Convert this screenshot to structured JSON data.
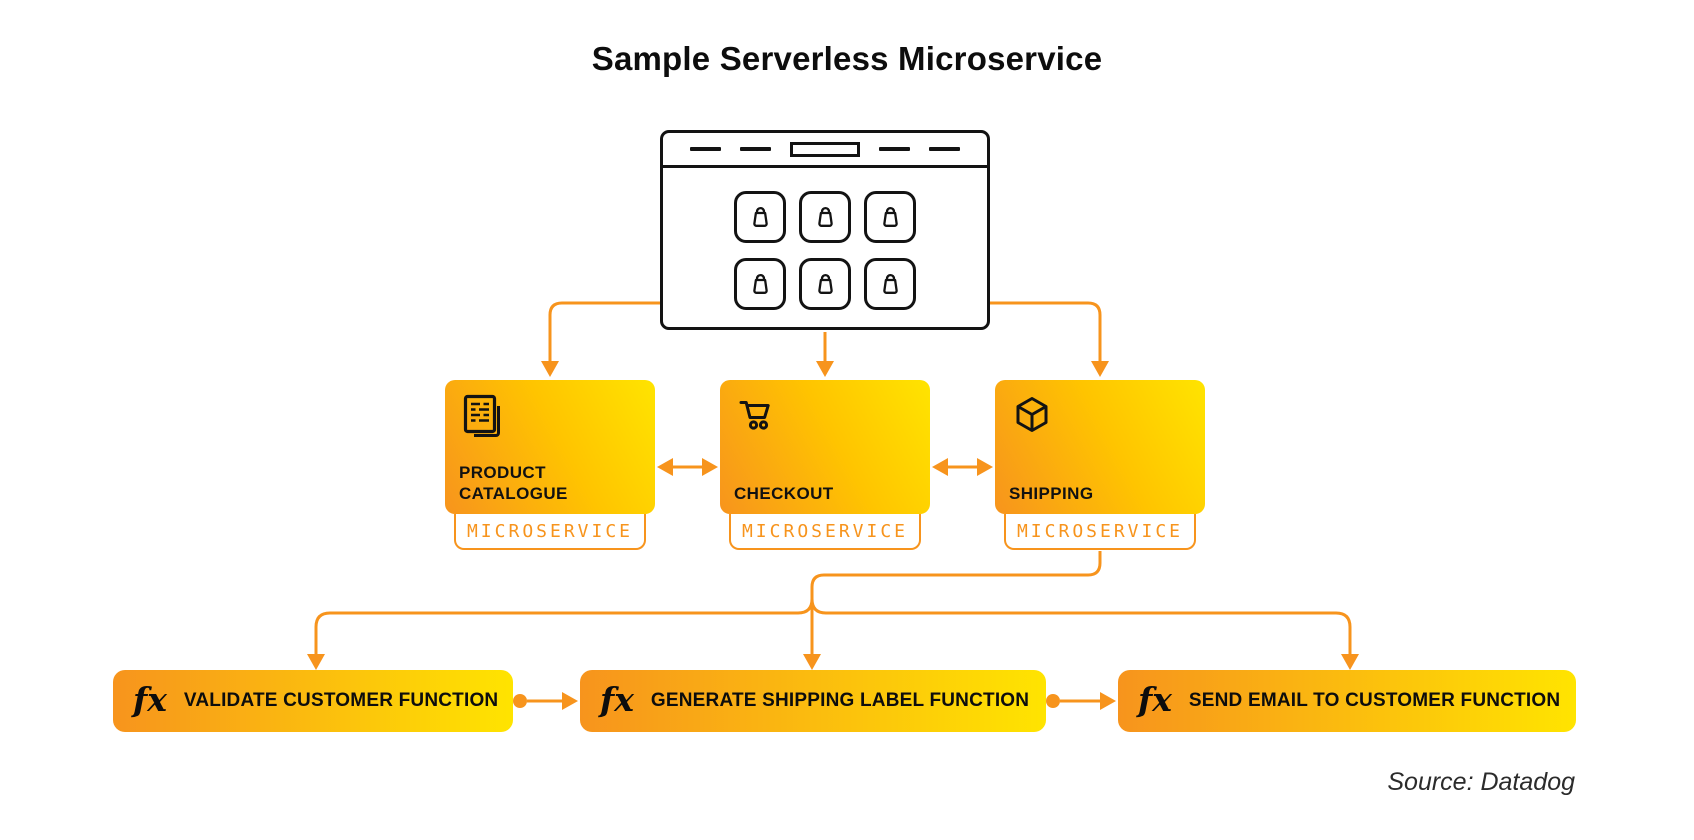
{
  "title": "Sample Serverless Microservice",
  "source_credit": "Source: Datadog",
  "colors": {
    "accent_orange": "#F7941D",
    "gradient_yellow": "#FFE400",
    "ink_black": "#131313"
  },
  "browser": {
    "icon_grid": {
      "rows": 2,
      "cols": 3,
      "icon": "shopping-bag-icon"
    },
    "header_icons": [
      "dash",
      "dash",
      "address-bar",
      "dash",
      "dash"
    ]
  },
  "services": [
    {
      "name": "PRODUCT CATALOGUE",
      "badge": "MICROSERVICE",
      "icon": "catalogue-icon"
    },
    {
      "name": "CHECKOUT",
      "badge": "MICROSERVICE",
      "icon": "cart-icon"
    },
    {
      "name": "SHIPPING",
      "badge": "MICROSERVICE",
      "icon": "package-icon"
    }
  ],
  "functions": [
    {
      "icon_glyph": "fx",
      "label": "VALIDATE CUSTOMER FUNCTION"
    },
    {
      "icon_glyph": "fx",
      "label": "GENERATE SHIPPING LABEL FUNCTION"
    },
    {
      "icon_glyph": "fx",
      "label": "SEND EMAIL TO CUSTOMER FUNCTION"
    }
  ]
}
